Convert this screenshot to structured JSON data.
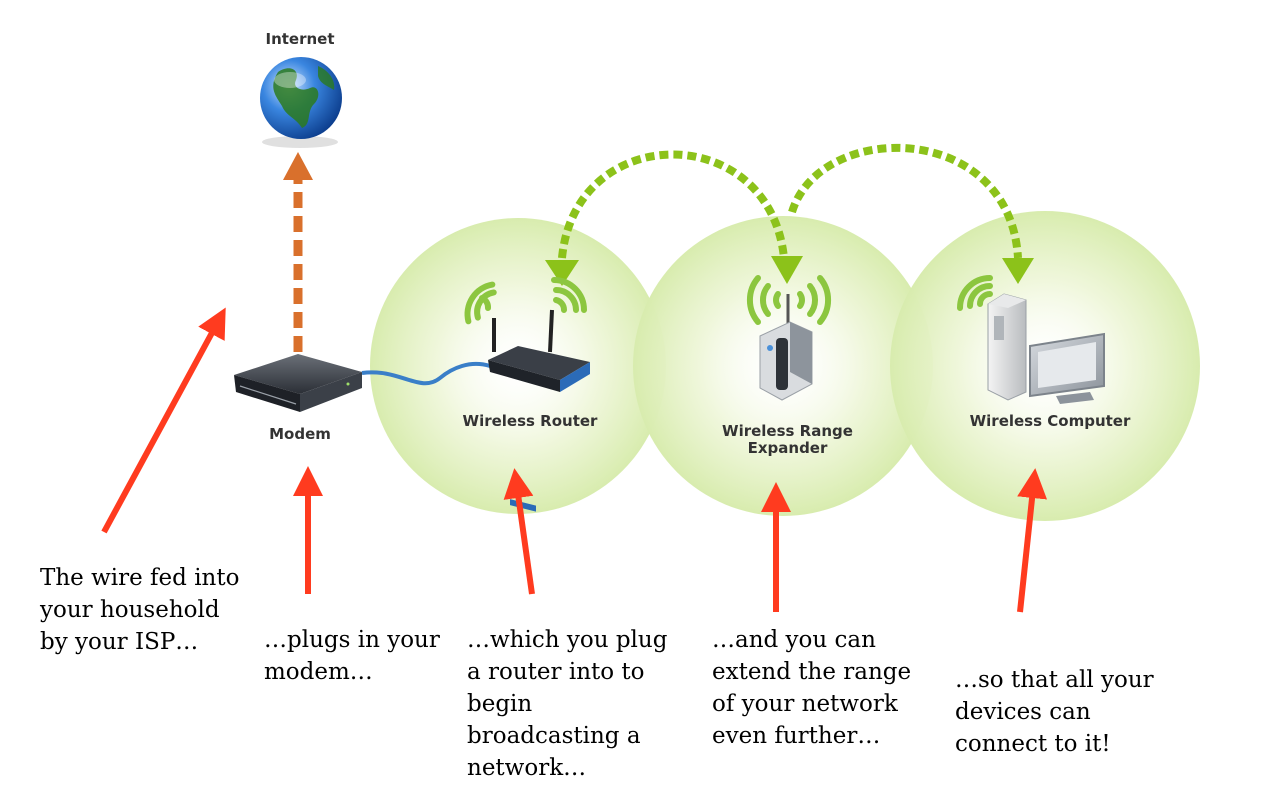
{
  "labels": {
    "internet": "Internet",
    "modem": "Modem",
    "router": "Wireless Router",
    "expander_line1": "Wireless Range",
    "expander_line2": "Expander",
    "computer": "Wireless Computer"
  },
  "captions": {
    "isp": [
      "The wire fed into",
      "your household",
      "by your ISP…"
    ],
    "modem": [
      "…plugs in your",
      "modem…"
    ],
    "router": [
      "…which you plug",
      "a router into to",
      "begin",
      "broadcasting a",
      "network…"
    ],
    "expander": [
      "…and you can",
      "extend the range",
      "of your network",
      "even further…"
    ],
    "computer": [
      "…so that all your",
      "devices can",
      "connect to it!"
    ]
  },
  "colors": {
    "arrow_red": "#ff3b1f",
    "wifi_green": "#8cc63f",
    "dotted_green": "#8cc21a",
    "internet_arrow": "#d9702c",
    "coverage_glow": "#d8ecae",
    "cable_blue": "#3a7fc8"
  },
  "icons": [
    "globe-icon",
    "modem-icon",
    "router-icon",
    "range-expander-icon",
    "computer-icon",
    "wifi-signal-icon"
  ]
}
